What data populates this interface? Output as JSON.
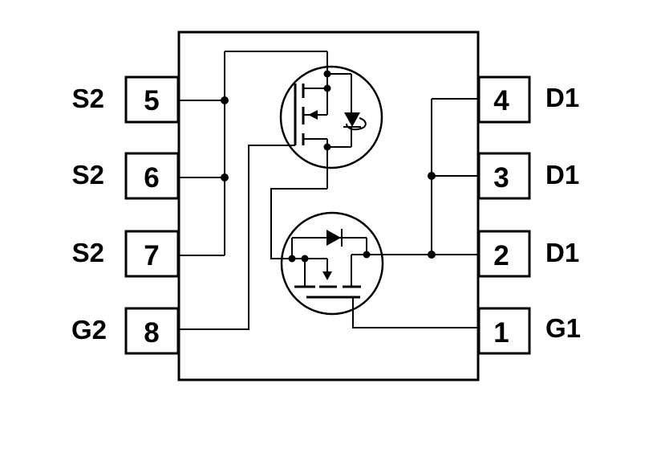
{
  "pins": [
    {
      "number": "5",
      "label": "S2"
    },
    {
      "number": "6",
      "label": "S2"
    },
    {
      "number": "7",
      "label": "S2"
    },
    {
      "number": "8",
      "label": "G2"
    },
    {
      "number": "4",
      "label": "D1"
    },
    {
      "number": "3",
      "label": "D1"
    },
    {
      "number": "2",
      "label": "D1"
    },
    {
      "number": "1",
      "label": "G1"
    }
  ]
}
